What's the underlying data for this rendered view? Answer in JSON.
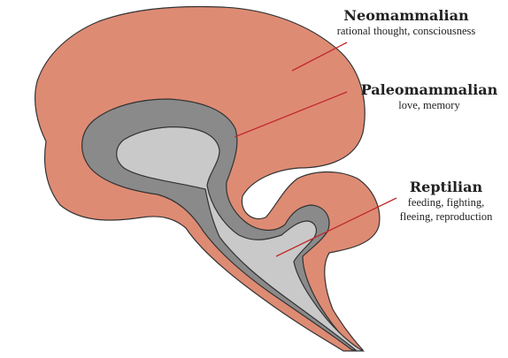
{
  "regions": [
    {
      "title": "Neomammalian",
      "description": [
        "rational thought, consciousness"
      ],
      "color": "#de8b74"
    },
    {
      "title": "Paleomammalian",
      "description": [
        "love, memory"
      ],
      "color": "#8a8a8a"
    },
    {
      "title": "Reptilian",
      "description": [
        "feeding, fighting,",
        "fleeing, reproduction"
      ],
      "color": "#c9c9c9"
    }
  ],
  "outline_color": "#333333",
  "leader_color": "#c22a2a"
}
